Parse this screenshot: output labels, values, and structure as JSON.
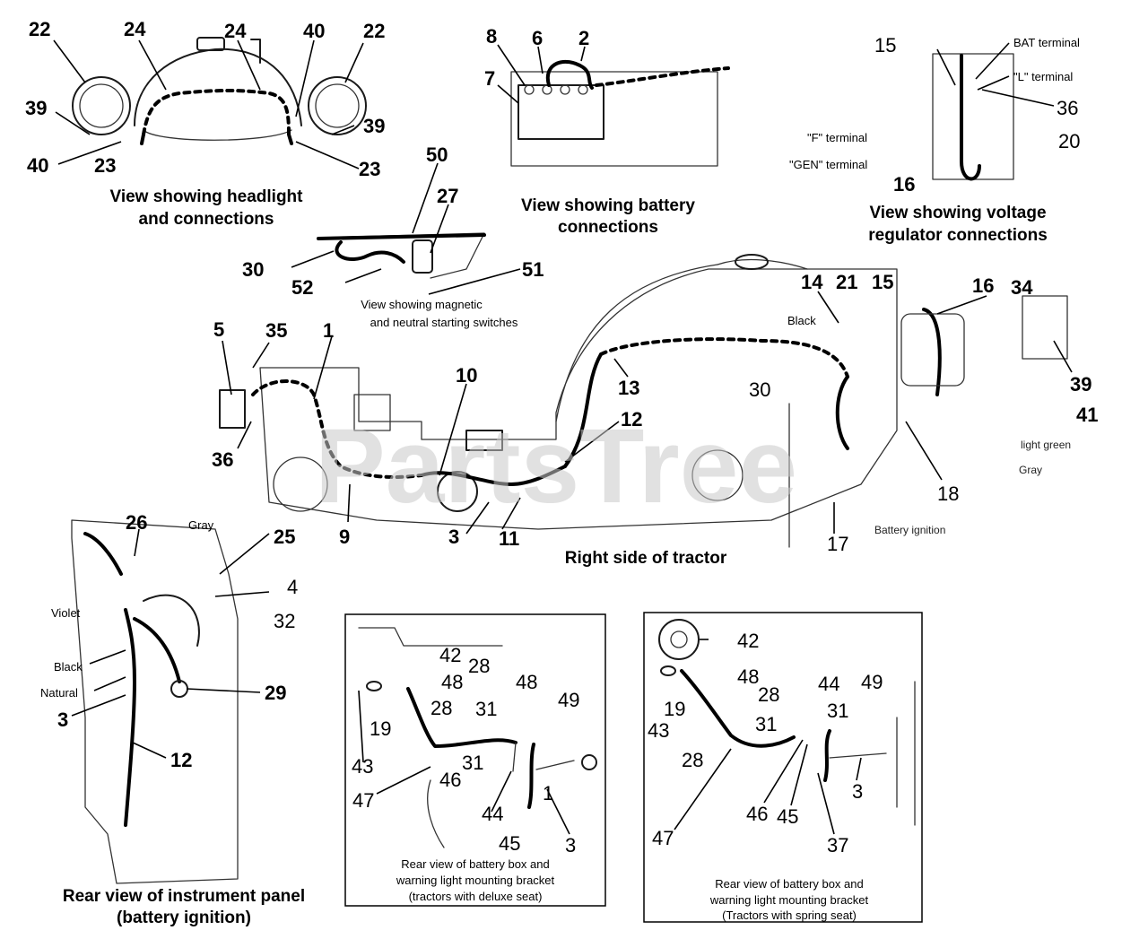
{
  "watermark": "PartsTree",
  "captions": {
    "headlight_1": "View showing headlight",
    "headlight_2": "and connections",
    "battery_1": "View showing battery",
    "battery_2": "connections",
    "regulator_1": "View showing voltage",
    "regulator_2": "regulator connections",
    "switches_1": "View showing magnetic",
    "switches_2": "and neutral starting switches",
    "tractor": "Right side of tractor",
    "panel_1": "Rear view of instrument panel",
    "panel_2": "(battery ignition)",
    "deluxe_1": "Rear view of battery box and",
    "deluxe_2": "warning light mounting bracket",
    "deluxe_3": "(tractors with deluxe seat)",
    "spring_1": "Rear view of battery box and",
    "spring_2": "warning light mounting bracket",
    "spring_3": "(Tractors with spring seat)"
  },
  "wire_labels": {
    "bat_terminal": "BAT terminal",
    "l_terminal": "\"L\" terminal",
    "f_terminal": "\"F\" terminal",
    "gen_terminal": "\"GEN\" terminal",
    "black_tractor": "Black",
    "light_green": "light green",
    "gray_tractor": "Gray",
    "battery_ignition": "Battery ignition",
    "gray_panel": "Gray",
    "violet": "Violet",
    "black_panel": "Black",
    "natural": "Natural"
  },
  "callouts": {
    "c22a": "22",
    "c24a": "24",
    "c24b": "24",
    "c40a": "40",
    "c22b": "22",
    "c39a": "39",
    "c39b": "39",
    "c40b": "40",
    "c23a": "23",
    "c23b": "23",
    "c8": "8",
    "c6": "6",
    "c2": "2",
    "c7": "7",
    "c15a": "15",
    "c36": "36",
    "c20": "20",
    "c16a": "16",
    "c50": "50",
    "c27": "27",
    "c30a": "30",
    "c52": "52",
    "c51": "51",
    "c5": "5",
    "c35": "35",
    "c1": "1",
    "c10": "10",
    "c13": "13",
    "c12a": "12",
    "c36b": "36",
    "c9": "9",
    "c3a": "3",
    "c11": "11",
    "c30b": "30",
    "c14": "14",
    "c21": "21",
    "c15b": "15",
    "c16b": "16",
    "c34": "34",
    "c39c": "39",
    "c41": "41",
    "c18": "18",
    "c17": "17",
    "c26": "26",
    "c25": "25",
    "c4": "4",
    "c32": "32",
    "c29": "29",
    "c3b": "3",
    "c12b": "12",
    "d42": "42",
    "d28a": "28",
    "d48a": "48",
    "d19": "19",
    "d28b": "28",
    "d31a": "31",
    "d48b": "48",
    "d49": "49",
    "d43": "43",
    "d31b": "31",
    "d46": "46",
    "d47": "47",
    "d44": "44",
    "d1": "1",
    "d45": "45",
    "d3": "3",
    "s42": "42",
    "s48": "48",
    "s19": "19",
    "s28a": "28",
    "s43": "43",
    "s28b": "28",
    "s31a": "31",
    "s44": "44",
    "s49": "49",
    "s31b": "31",
    "s47": "47",
    "s46": "46",
    "s45": "45",
    "s3": "3",
    "s37": "37"
  }
}
